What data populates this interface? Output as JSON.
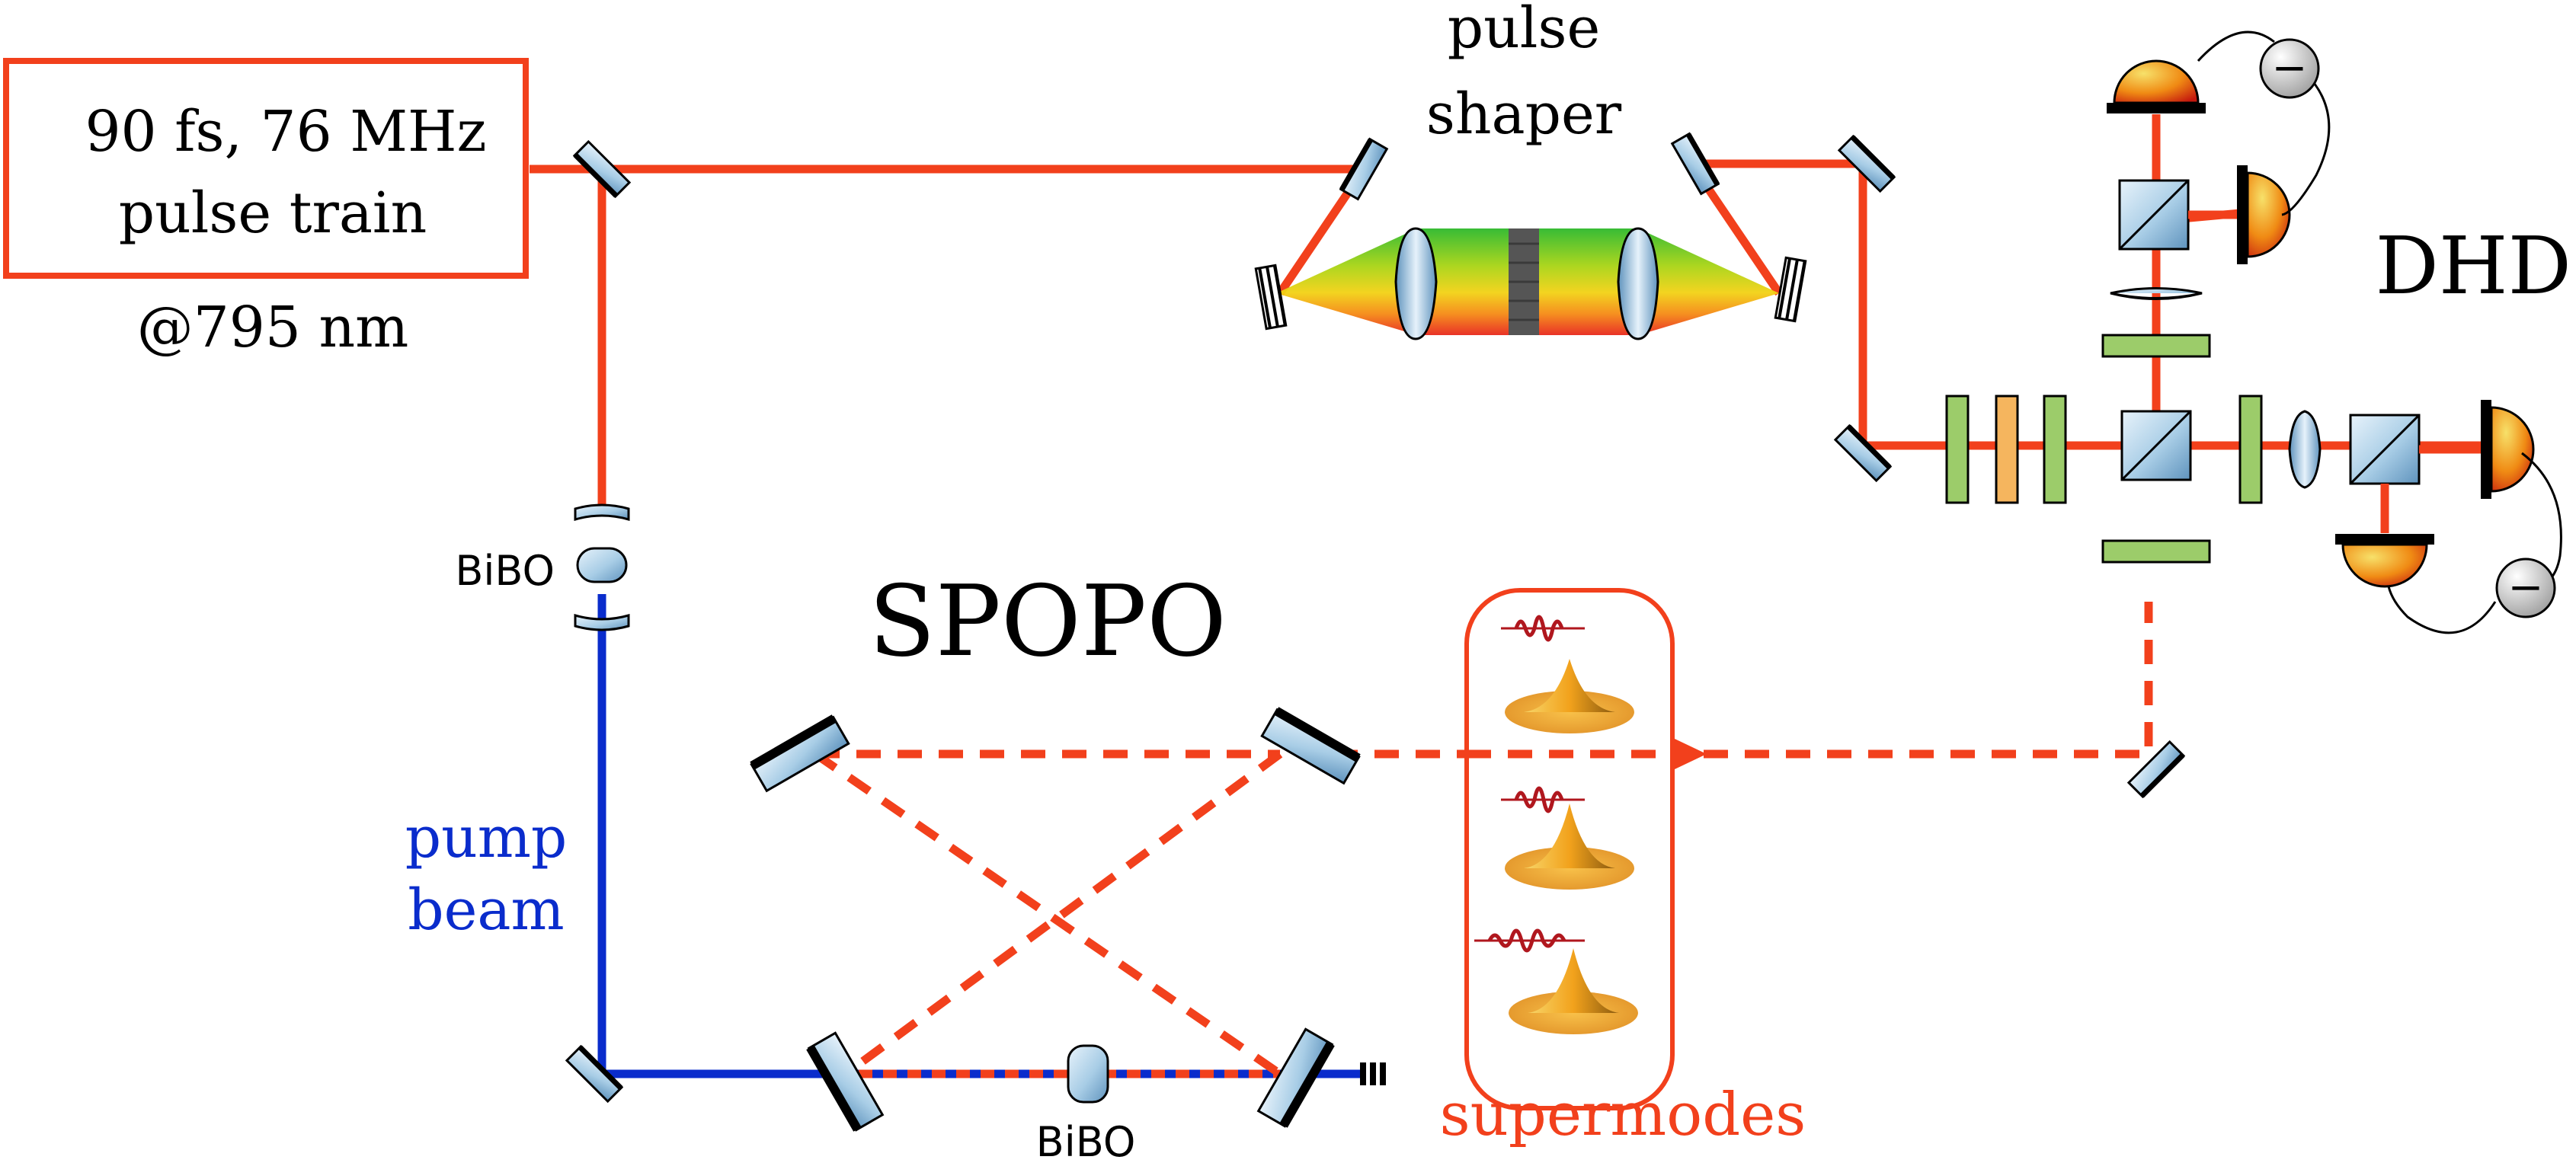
{
  "laser_source": {
    "line1": "90 fs, 76 MHz",
    "line2": "pulse train",
    "wavelength": "@795 nm"
  },
  "pulse_shaper": {
    "line1": "pulse",
    "line2": "shaper"
  },
  "detector": {
    "label": "DHD",
    "minus_symbol": "−"
  },
  "crystals": {
    "doubling": "BiBO",
    "opo": "BiBO"
  },
  "cavity": {
    "label": "SPOPO"
  },
  "pump": {
    "line1": "pump",
    "line2": "beam"
  },
  "supermodes": {
    "label": "supermodes"
  },
  "colors": {
    "laser": "#f2401c",
    "pump": "#0a2ccc",
    "optic_blue": "#a8cde6",
    "green_plate": "#9ccc6a",
    "orange_plate": "#f5b55e",
    "black": "#000000"
  }
}
